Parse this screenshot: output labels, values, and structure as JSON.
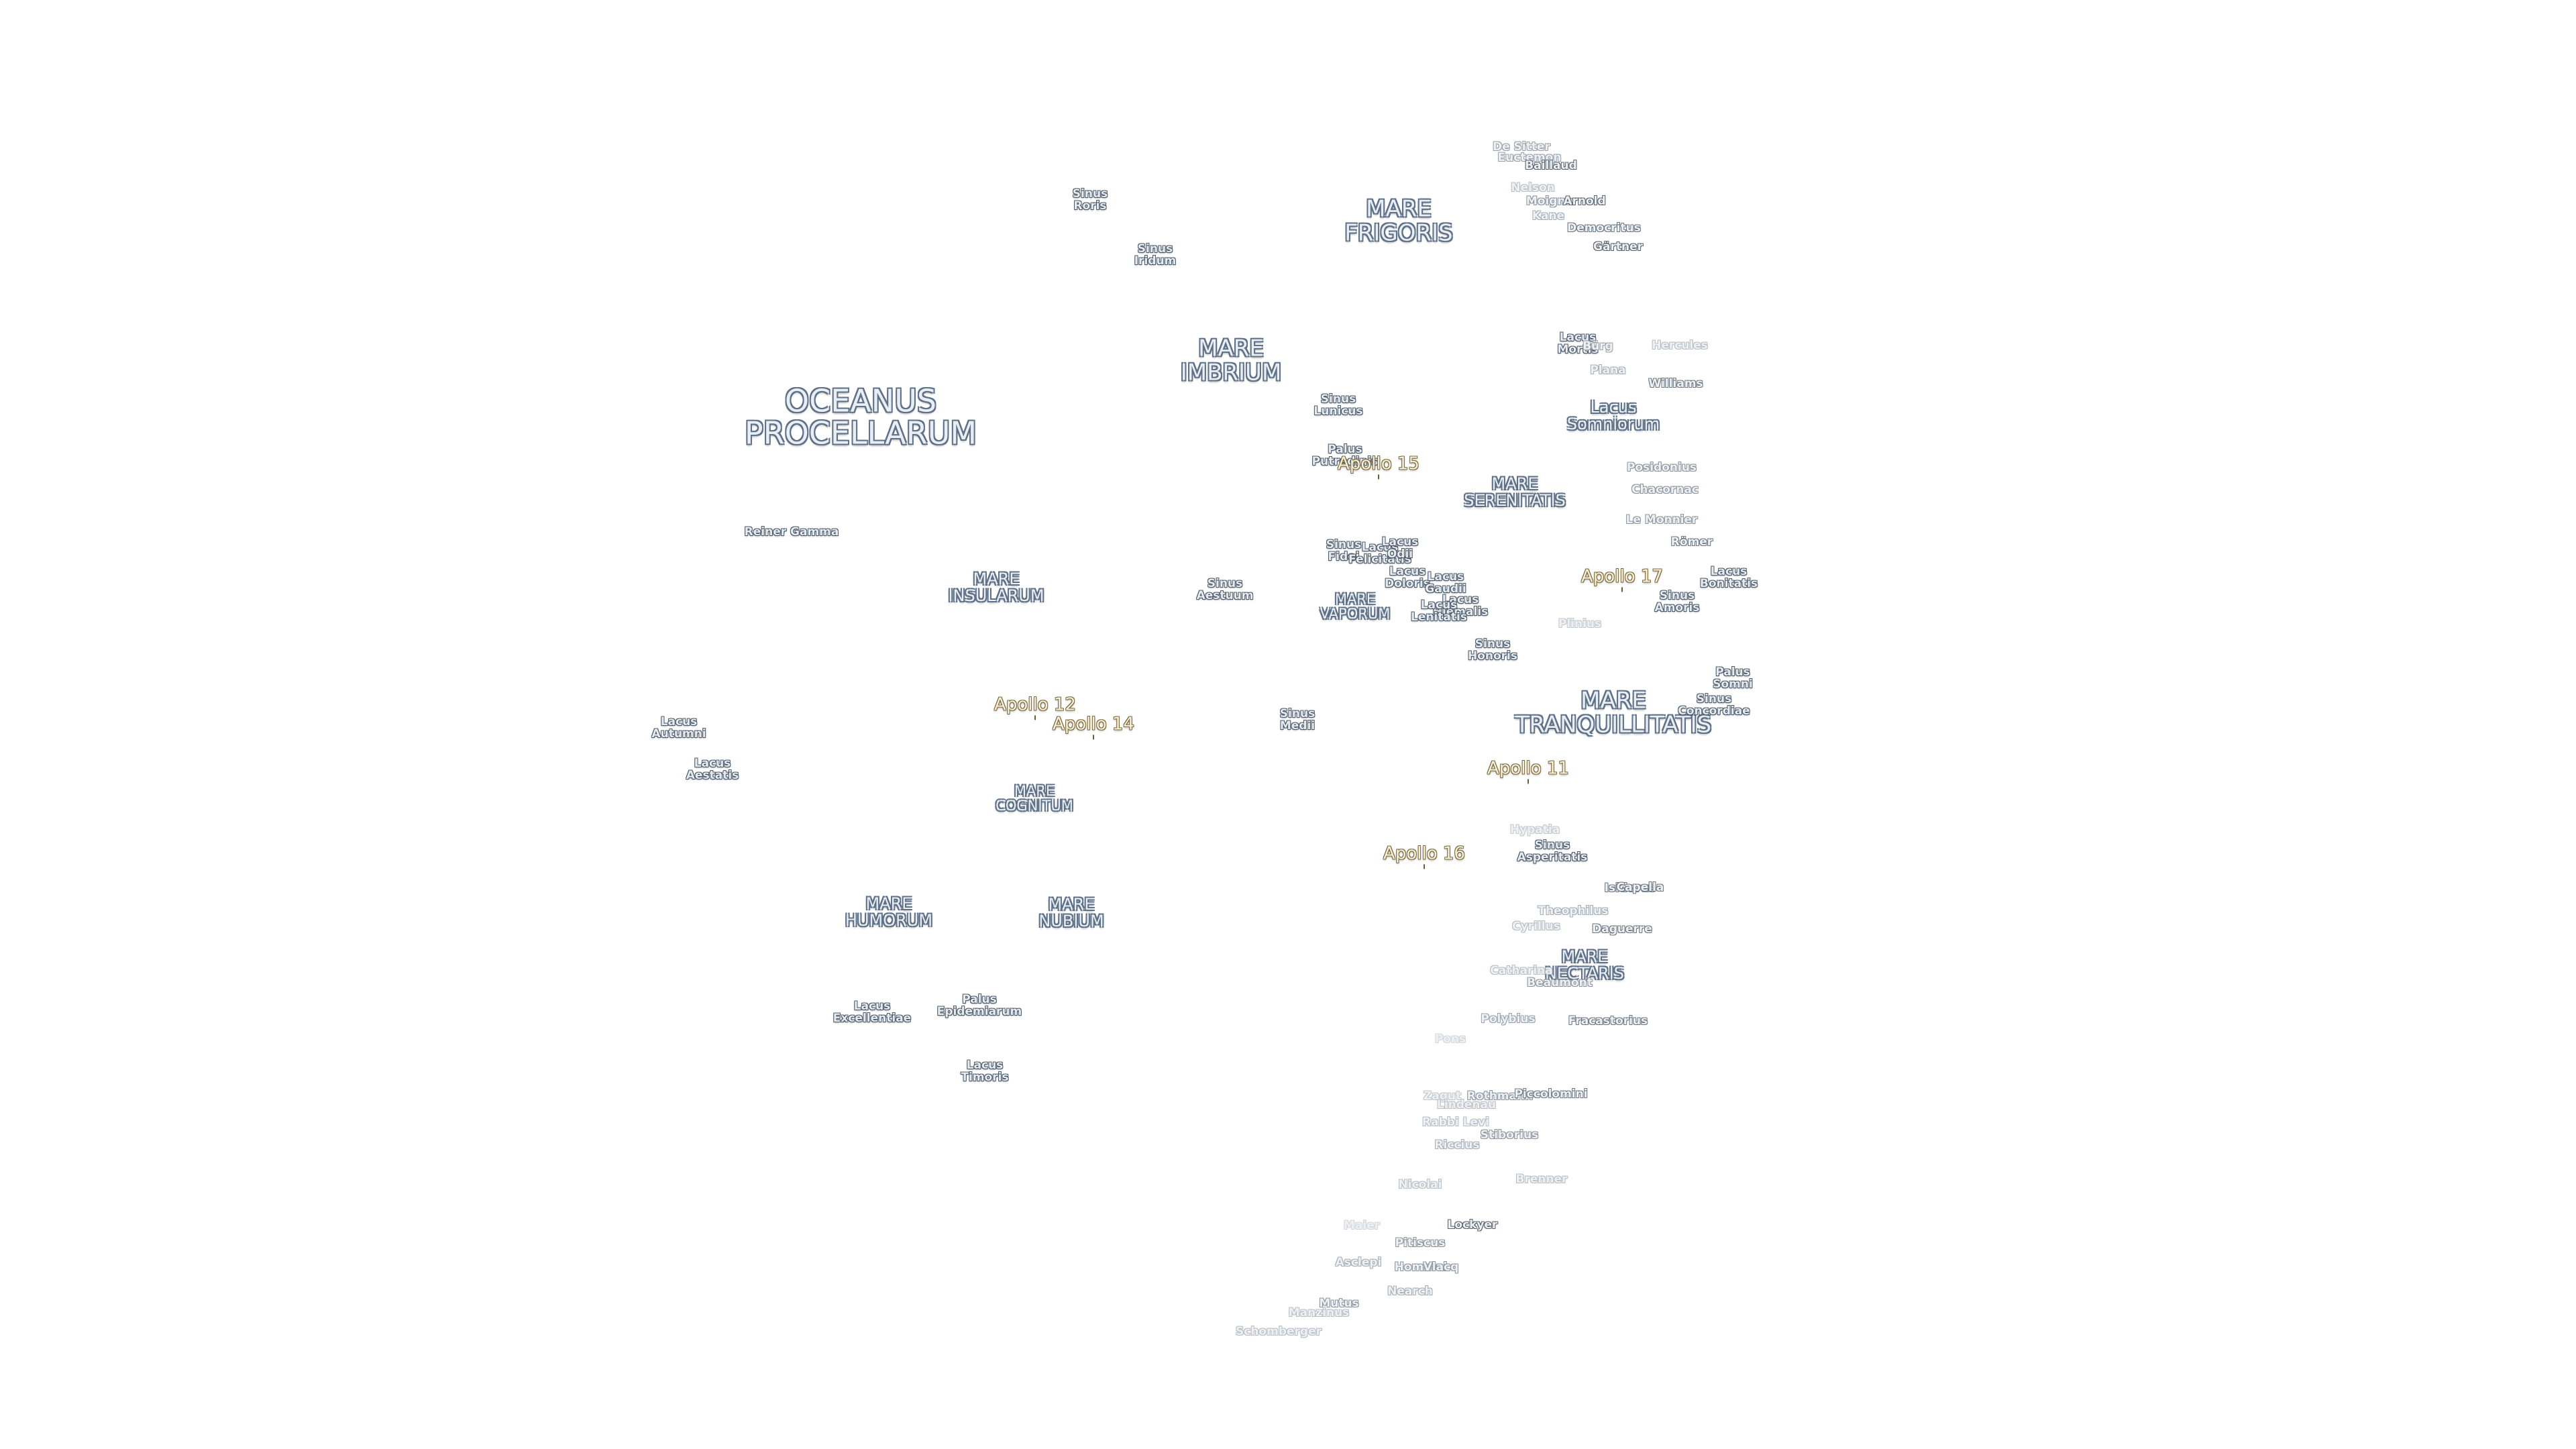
{
  "mare_labels": [
    {
      "id": "mare-frigoris",
      "lines": [
        "MARE",
        "FRIGORIS"
      ],
      "size": "md"
    },
    {
      "id": "mare-imbrium",
      "lines": [
        "MARE",
        "IMBRIUM"
      ],
      "size": "md"
    },
    {
      "id": "oceanus-procellarum",
      "lines": [
        "OCEANUS",
        "PROCELLARUM"
      ],
      "size": "big"
    },
    {
      "id": "mare-serenitatis",
      "lines": [
        "MARE",
        "SERENITATIS"
      ],
      "size": "sm"
    },
    {
      "id": "mare-insularum",
      "lines": [
        "MARE",
        "INSULARUM"
      ],
      "size": "sm"
    },
    {
      "id": "mare-vaporum",
      "lines": [
        "MARE",
        "VAPORUM"
      ],
      "size": "xs"
    },
    {
      "id": "mare-tranquillitatis",
      "lines": [
        "MARE",
        "TRANQUILLITATIS"
      ],
      "size": "md"
    },
    {
      "id": "mare-cognitum",
      "lines": [
        "MARE",
        "COGNITUM"
      ],
      "size": "xs"
    },
    {
      "id": "mare-humorum",
      "lines": [
        "MARE",
        "HUMORUM"
      ],
      "size": "sm"
    },
    {
      "id": "mare-nubium",
      "lines": [
        "MARE",
        "NUBIUM"
      ],
      "size": "sm"
    },
    {
      "id": "mare-nectaris",
      "lines": [
        "MARE",
        "NECTARIS"
      ],
      "size": "sm"
    },
    {
      "id": "lacus-somniorum",
      "lines": [
        "Lacus",
        "Somniorum"
      ],
      "size": "sm"
    }
  ],
  "minor_labels": [
    {
      "id": "sinus-roris",
      "lines": [
        "Sinus",
        "Roris"
      ]
    },
    {
      "id": "sinus-iridum",
      "lines": [
        "Sinus",
        "Iridum"
      ]
    },
    {
      "id": "lacus-mortis",
      "lines": [
        "Lacus",
        "Mortis"
      ]
    },
    {
      "id": "sinus-lunicus",
      "lines": [
        "Sinus",
        "Lunicus"
      ]
    },
    {
      "id": "palus-putredinis",
      "lines": [
        "Palus",
        "Putredinis"
      ]
    },
    {
      "id": "reiner-gamma",
      "lines": [
        "Reiner Gamma"
      ]
    },
    {
      "id": "sinus-fidei",
      "lines": [
        "Sinus",
        "Fidei"
      ]
    },
    {
      "id": "lacus-felicitatis",
      "lines": [
        "Lacus",
        "Felicitatis"
      ]
    },
    {
      "id": "lacus-odii",
      "lines": [
        "Lacus",
        "Odii"
      ]
    },
    {
      "id": "lacus-doloris",
      "lines": [
        "Lacus",
        "Doloris"
      ]
    },
    {
      "id": "lacus-gaudii",
      "lines": [
        "Lacus",
        "Gaudii"
      ]
    },
    {
      "id": "lacus-hiemalis",
      "lines": [
        "Lacus",
        "Hiemalis"
      ]
    },
    {
      "id": "lacus-lenitatis",
      "lines": [
        "Lacus",
        "Lenitatis"
      ]
    },
    {
      "id": "sinus-aestuum",
      "lines": [
        "Sinus",
        "Aestuum"
      ]
    },
    {
      "id": "sinus-honoris",
      "lines": [
        "Sinus",
        "Honoris"
      ]
    },
    {
      "id": "sinus-amoris",
      "lines": [
        "Sinus",
        "Amoris"
      ]
    },
    {
      "id": "lacus-bonitatis",
      "lines": [
        "Lacus",
        "Bonitatis"
      ]
    },
    {
      "id": "lacus-autumni",
      "lines": [
        "Lacus",
        "Autumni"
      ]
    },
    {
      "id": "lacus-aestatis",
      "lines": [
        "Lacus",
        "Aestatis"
      ]
    },
    {
      "id": "sinus-medii",
      "lines": [
        "Sinus",
        "Medii"
      ]
    },
    {
      "id": "palus-somni",
      "lines": [
        "Palus",
        "Somni"
      ]
    },
    {
      "id": "sinus-concordiae",
      "lines": [
        "Sinus",
        "Concordiae"
      ]
    },
    {
      "id": "sinus-asperitatis",
      "lines": [
        "Sinus",
        "Asperitatis"
      ]
    },
    {
      "id": "lacus-excellentiae",
      "lines": [
        "Lacus",
        "Excellentiae"
      ]
    },
    {
      "id": "palus-epidemiarum",
      "lines": [
        "Palus",
        "Epidemiarum"
      ]
    },
    {
      "id": "lacus-timoris",
      "lines": [
        "Lacus",
        "Timoris"
      ]
    }
  ],
  "craters": [
    {
      "id": "de-sitter",
      "name": "De Sitter",
      "shade": "#9aa2ab"
    },
    {
      "id": "euctemon",
      "name": "Euctemon",
      "shade": "#9aa2ab"
    },
    {
      "id": "baillaud",
      "name": "Baillaud",
      "shade": "#5a636d"
    },
    {
      "id": "nelson",
      "name": "Nelson",
      "shade": "#b8bec4"
    },
    {
      "id": "moigno",
      "name": "Moigno",
      "shade": "#8c949d"
    },
    {
      "id": "arnold",
      "name": "Arnold",
      "shade": "#5a636d"
    },
    {
      "id": "kane",
      "name": "Kane",
      "shade": "#a7aeb5"
    },
    {
      "id": "democritus",
      "name": "Democritus",
      "shade": "#6f7882"
    },
    {
      "id": "gartner",
      "name": "Gärtner",
      "shade": "#5a636d"
    },
    {
      "id": "burg",
      "name": "Bürg",
      "shade": "#9aa2ab"
    },
    {
      "id": "hercules",
      "name": "Hercules",
      "shade": "#b8bec4"
    },
    {
      "id": "plana",
      "name": "Plana",
      "shade": "#a7aeb5"
    },
    {
      "id": "williams",
      "name": "Williams",
      "shade": "#6f7882"
    },
    {
      "id": "posidonius",
      "name": "Posidonius",
      "shade": "#8c949d"
    },
    {
      "id": "chacornac",
      "name": "Chacornac",
      "shade": "#8c949d"
    },
    {
      "id": "le-monnier",
      "name": "Le Monnier",
      "shade": "#8c949d"
    },
    {
      "id": "romer",
      "name": "Römer",
      "shade": "#6f7882"
    },
    {
      "id": "plinius",
      "name": "Plinius",
      "shade": "#c3c8cd"
    },
    {
      "id": "hypatia",
      "name": "Hypatia",
      "shade": "#c3c8cd"
    },
    {
      "id": "isidorus",
      "name": "Isidorus",
      "shade": "#6f7882"
    },
    {
      "id": "capella",
      "name": "Capella",
      "shade": "#6f7882"
    },
    {
      "id": "theophilus",
      "name": "Theophilus",
      "shade": "#a7aeb5"
    },
    {
      "id": "cyrillus",
      "name": "Cyrillus",
      "shade": "#b8bec4"
    },
    {
      "id": "daguerre",
      "name": "Daguerre",
      "shade": "#6f7882"
    },
    {
      "id": "catharina",
      "name": "Catharina",
      "shade": "#b8bec4"
    },
    {
      "id": "beaumont",
      "name": "Beaumont",
      "shade": "#8c949d"
    },
    {
      "id": "polybius",
      "name": "Polybius",
      "shade": "#9aa2ab"
    },
    {
      "id": "fracastorius",
      "name": "Fracastorius",
      "shade": "#6f7882"
    },
    {
      "id": "pons",
      "name": "Pons",
      "shade": "#d2d6da"
    },
    {
      "id": "zagut",
      "name": "Zagut",
      "shade": "#c3c8cd"
    },
    {
      "id": "lindenau",
      "name": "Lindenau",
      "shade": "#b8bec4"
    },
    {
      "id": "rothmann",
      "name": "Rothmann",
      "shade": "#8c949d"
    },
    {
      "id": "piccolomini",
      "name": "Piccolomini",
      "shade": "#6f7882"
    },
    {
      "id": "rabbi-levi",
      "name": "Rabbi Levi",
      "shade": "#b8bec4"
    },
    {
      "id": "riccius",
      "name": "Riccius",
      "shade": "#a7aeb5"
    },
    {
      "id": "stiborius",
      "name": "Stiborius",
      "shade": "#8c949d"
    },
    {
      "id": "nicolai",
      "name": "Nicolai",
      "shade": "#b8bec4"
    },
    {
      "id": "brenner",
      "name": "Brenner",
      "shade": "#b8bec4"
    },
    {
      "id": "lockyer",
      "name": "Lockyer",
      "shade": "#5a636d"
    },
    {
      "id": "maier",
      "name": "Maier",
      "shade": "#d2d6da"
    },
    {
      "id": "pitiscus",
      "name": "Pitiscus",
      "shade": "#8c949d"
    },
    {
      "id": "asclepi",
      "name": "Asclepi",
      "shade": "#a7aeb5"
    },
    {
      "id": "hommel",
      "name": "Hommel",
      "shade": "#8c949d"
    },
    {
      "id": "vlacq",
      "name": "Vlacq",
      "shade": "#8c949d"
    },
    {
      "id": "nearch",
      "name": "Nearch",
      "shade": "#a7aeb5"
    },
    {
      "id": "mutus",
      "name": "Mutus",
      "shade": "#8c949d"
    },
    {
      "id": "manzinus",
      "name": "Manzinus",
      "shade": "#b8bec4"
    },
    {
      "id": "schomberger",
      "name": "Schomberger",
      "shade": "#b8bec4"
    }
  ],
  "apollo_sites": [
    {
      "id": "apollo-15",
      "name": "Apollo 15"
    },
    {
      "id": "apollo-17",
      "name": "Apollo 17"
    },
    {
      "id": "apollo-12",
      "name": "Apollo 12"
    },
    {
      "id": "apollo-14",
      "name": "Apollo 14"
    },
    {
      "id": "apollo-11",
      "name": "Apollo 11"
    },
    {
      "id": "apollo-16",
      "name": "Apollo 16"
    }
  ]
}
